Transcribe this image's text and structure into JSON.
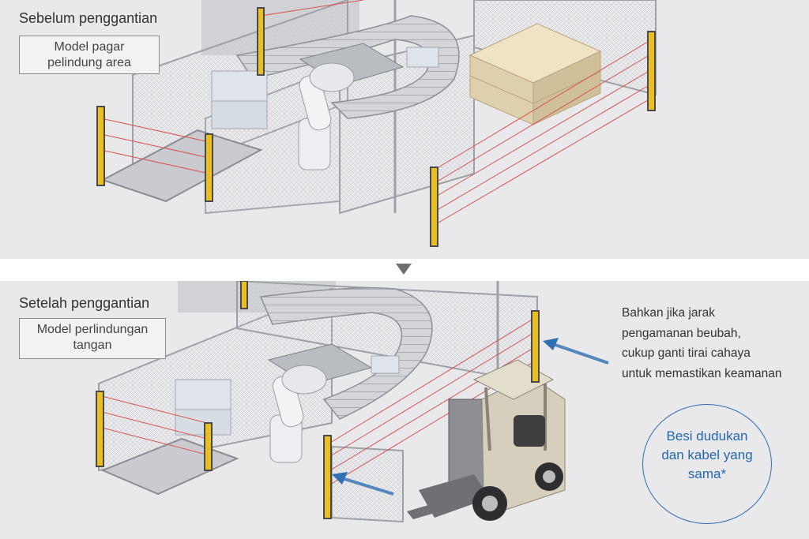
{
  "colors": {
    "panel_bg": "#e9e9ec",
    "accent_blue": "#2f6fb3",
    "curtain_yellow": "#e9bf22",
    "laser_red": "#d9534f",
    "box_tan": "#e3d2ad",
    "forklift_beige": "#d6cfbd"
  },
  "before": {
    "heading": "Sebelum penggantian",
    "model_label": [
      "Model pagar",
      "pelindung area"
    ],
    "image_icon": "area-guard-cell-illustration"
  },
  "divider": {
    "icon": "triangle-down-icon"
  },
  "after": {
    "heading": "Setelah penggantian",
    "model_label": [
      "Model perlindungan",
      "tangan"
    ],
    "image_icon": "hand-protection-cell-illustration",
    "note": [
      "Bahkan jika jarak",
      "pengamanan beubah,",
      "cukup ganti tirai cahaya",
      "untuk memastikan keamanan"
    ],
    "circle_text": [
      "Besi dudukan",
      "dan kabel yang",
      "sama*"
    ]
  }
}
